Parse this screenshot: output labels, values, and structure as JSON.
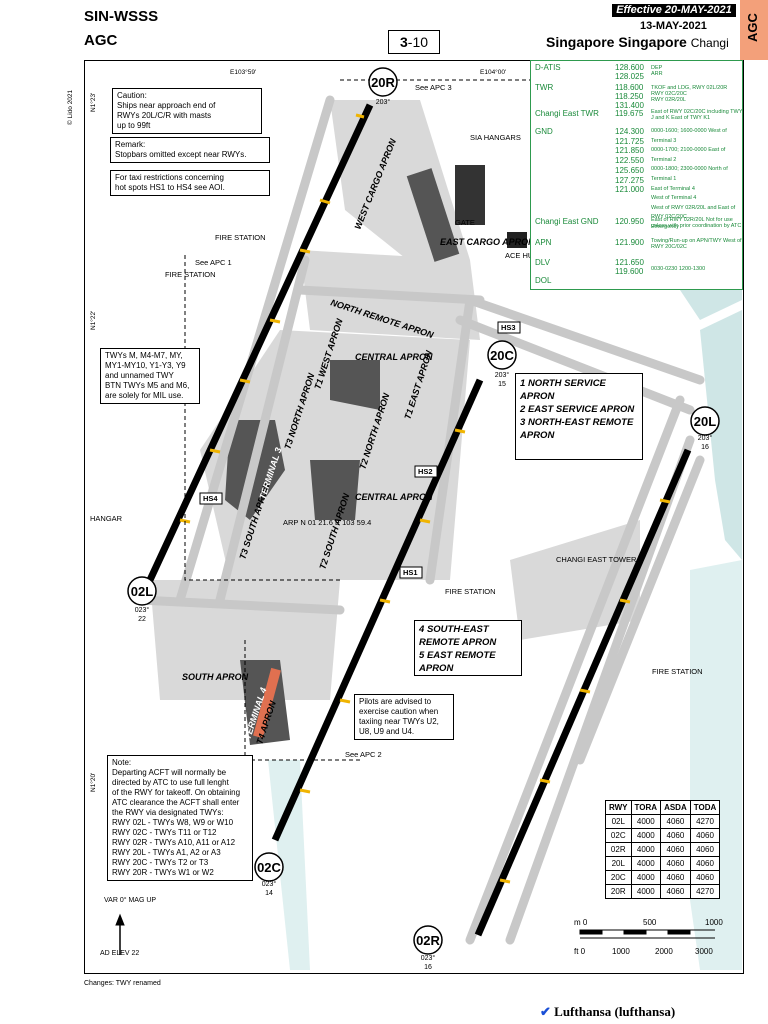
{
  "header": {
    "airport_code": "SIN-WSSS",
    "subtitle": "AGC",
    "effective": "Effective 20-MAY-2021",
    "date": "13-MAY-2021",
    "page_bold": "3",
    "page_rest": "-10",
    "location_bold": "Singapore Singapore",
    "location_rest": "Changi",
    "tab": "AGC",
    "copyright": "© Lido 2021"
  },
  "coords": {
    "lon1": "E103°59'",
    "lon2": "E104°00'",
    "lat1": "N1°23'",
    "lat2": "N1°22'",
    "lat3": "N1°20'"
  },
  "notes": {
    "caution": "Caution:\nShips near approach end of\nRWYs 20L/C/R with masts\nup to 99ft",
    "remark": "Remark:\nStopbars omitted except near RWYs.",
    "hotspots": "For taxi restrictions concerning\nhot spots HS1 to HS4 see AOI.",
    "mil": "TWYs M, M4-M7, MY,\nMY1-MY10, Y1-Y3, Y9\nand unnamed TWY\nBTN TWYs M5 and M6,\nare solely for MIL use.",
    "pilots": "Pilots are advised to\nexercise caution when\ntaxiing near TWYs U2,\nU8, U9 and U4.",
    "departing": "Note:\nDeparting ACFT will normally be\ndirected by ATC to use full lenght\nof the RWY for takeoff. On obtaining\nATC clearance the ACFT shall enter\nthe RWY via designated TWYs:\nRWY 02L - TWYs W8, W9 or W10\nRWY 02C - TWYs T11 or T12\nRWY 02R - TWYs A10, A11 or A12\nRWY 20L - TWYs A1, A2 or A3\nRWY 20C - TWYs T2 or T3\nRWY 20R - TWYs W1 or W2"
  },
  "frequencies": [
    {
      "name": "D-ATIS",
      "values": "128.600\n128.025",
      "remarks": "DEP\nARR"
    },
    {
      "name": "TWR",
      "values": "118.600\n118.250\n131.400",
      "remarks": "TKOF and LDG, RWY 02L/20R\nRWY 02C/20C\nRWY 02R/20L"
    },
    {
      "name": "Changi East TWR",
      "values": "119.675",
      "remarks": "East of RWY 02C/20C including TWY J and K East of TWY K1"
    },
    {
      "name": "GND",
      "values": "124.300\n121.725\n121.850\n122.550\n125.650\n127.275\n121.000",
      "remarks": "0000-1600; 1600-0000 West of Terminal 3\n0000-1700; 2100-0000 East of Terminal 2\n0000-1800; 2300-0000 North of Terminal 1\nEast of Terminal 4\nWest of Terminal 4\nWest of RWY 02R/20L and East of RWY 02C/20C\nEmergency"
    },
    {
      "name": "Changi East GND",
      "values": "120.950",
      "remarks": "East of RWY 02R/20L Not for use unless with prior coordination by ATC"
    },
    {
      "name": "APN",
      "values": "121.900",
      "remarks": "Towing/Run-up on APN/TWY West of RWY 20C/02C"
    },
    {
      "name": "DLV",
      "values": "121.650\n119.600",
      "remarks": "\n0030-0230 1200-1300"
    },
    {
      "name": "DOL",
      "values": "",
      "remarks": ""
    }
  ],
  "legend": {
    "items": [
      "NORTH SERVICE APRON",
      "EAST SERVICE APRON",
      "NORTH-EAST REMOTE APRON"
    ],
    "items2": [
      "SOUTH-EAST REMOTE APRON",
      "EAST REMOTE APRON"
    ],
    "nums": [
      "1",
      "2",
      "3"
    ],
    "nums2": [
      "4",
      "5"
    ]
  },
  "runway_labels": {
    "r20R": "20R",
    "r20C": "20C",
    "r20L": "20L",
    "r02L": "02L",
    "r02C": "02C",
    "r02R": "02R",
    "h20R": "203°",
    "h20C": "203°",
    "h20L": "203°",
    "h02L": "023°",
    "h02C": "023°",
    "h02R": "023°",
    "d02L": "22",
    "d20C": "15",
    "d20L": "16",
    "d02C": "14",
    "d02R": "16"
  },
  "aprons": {
    "west_cargo": "WEST CARGO APRON",
    "east_cargo": "EAST CARGO APRON",
    "north_remote": "NORTH REMOTE APRON",
    "t1_west": "T1 WEST APRON",
    "t3_north": "T3 NORTH APRON",
    "t3_south": "T3 SOUTH APRON",
    "terminal3": "TERMINAL 3",
    "central": "CENTRAL APRON",
    "t2_north": "T2 NORTH APRON",
    "t1_east": "T1 EAST APRON",
    "t2_south": "T2 SOUTH APRON",
    "central2": "CENTRAL APRON",
    "south": "SOUTH APRON",
    "t4_apron": "T4 APRON",
    "terminal4": "TERMINAL 4"
  },
  "places": {
    "fire1": "FIRE STATION",
    "fire2": "FIRE STATION",
    "fire3": "FIRE STATION",
    "fire4": "FIRE STATION",
    "hangar": "HANGAR",
    "sia": "SIA HANGARS",
    "gate": "GATE",
    "ace": "ACE HUB",
    "tower": "CHANGI EAST TOWER",
    "arp": "ARP\nN 01 21.6\nE 103 59.4",
    "apc1": "See APC 1",
    "apc2": "See APC 2",
    "apc3": "See APC 3"
  },
  "hotspots": [
    "HS1",
    "HS2",
    "HS3",
    "HS4"
  ],
  "runway_table": {
    "headers": [
      "RWY",
      "TORA",
      "ASDA",
      "TODA"
    ],
    "rows": [
      [
        "02L",
        "4000",
        "4060",
        "4270"
      ],
      [
        "02C",
        "4000",
        "4060",
        "4060"
      ],
      [
        "02R",
        "4000",
        "4060",
        "4060"
      ],
      [
        "20L",
        "4000",
        "4060",
        "4060"
      ],
      [
        "20C",
        "4000",
        "4060",
        "4060"
      ],
      [
        "20R",
        "4000",
        "4060",
        "4270"
      ]
    ]
  },
  "scale": {
    "m_label": "m 0",
    "m500": "500",
    "m1000": "1000",
    "ft_label": "ft 0",
    "ft1000": "1000",
    "ft2000": "2000",
    "ft3000": "3000"
  },
  "misc": {
    "var": "VAR 0°\nMAG UP",
    "elev": "AD ELEV 22",
    "changes": "Changes: TWY renamed",
    "footer": "Lufthansa (lufthansa)"
  },
  "colors": {
    "runway": "#000000",
    "taxiway": "#c8c8c8",
    "apron": "#d9d9d9",
    "terminal": "#555555",
    "frequency": "#1a8a3a",
    "water": "#cfe6e6",
    "accent_tab": "#f3a07a",
    "stopbar": "#f0b400"
  }
}
